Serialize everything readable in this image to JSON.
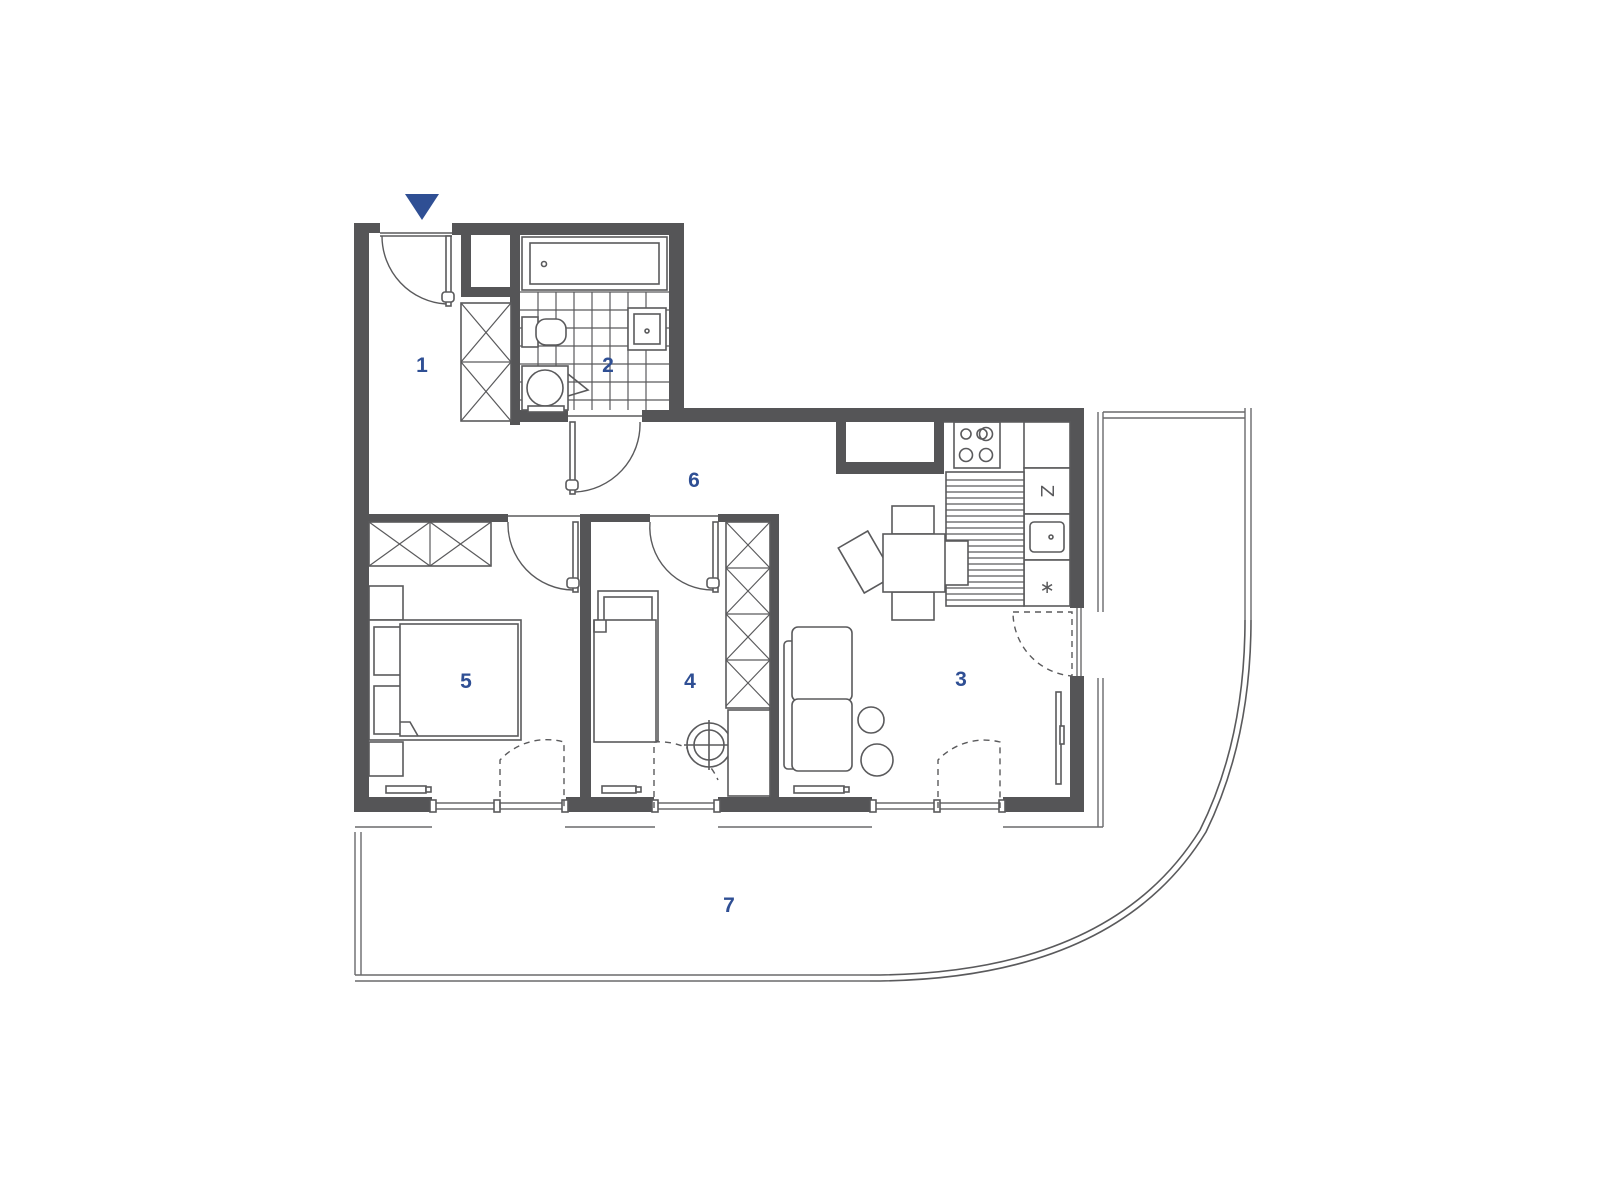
{
  "plan": {
    "accent_color": "#2f4f94",
    "wall_color": "#555557",
    "entrance_marker": "entrance-triangle-icon",
    "rooms": [
      {
        "id": "1",
        "label": "1"
      },
      {
        "id": "2",
        "label": "2"
      },
      {
        "id": "3",
        "label": "3"
      },
      {
        "id": "4",
        "label": "4"
      },
      {
        "id": "5",
        "label": "5"
      },
      {
        "id": "6",
        "label": "6"
      },
      {
        "id": "7",
        "label": "7"
      }
    ],
    "appliance_symbols": {
      "fridge": "Z",
      "dishwasher": "∗"
    }
  }
}
